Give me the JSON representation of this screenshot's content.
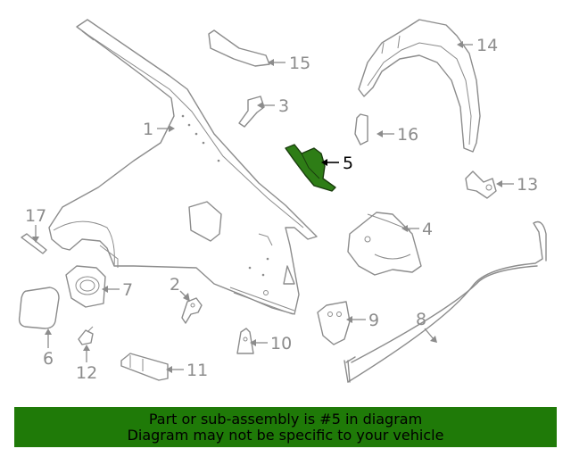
{
  "diagram": {
    "callouts": {
      "c1": "1",
      "c2": "2",
      "c3": "3",
      "c4": "4",
      "c5": "5",
      "c6": "6",
      "c7": "7",
      "c8": "8",
      "c9": "9",
      "c10": "10",
      "c11": "11",
      "c12": "12",
      "c13": "13",
      "c14": "14",
      "c15": "15",
      "c16": "16",
      "c17": "17"
    },
    "highlighted_part": "5",
    "colors": {
      "highlight": "#2e7d16",
      "line": "#8c8c8c",
      "banner": "#1f7a08"
    }
  },
  "banner": {
    "line1": "Part or sub-assembly is #5 in diagram",
    "line2": "Diagram may not be specific to your vehicle"
  }
}
